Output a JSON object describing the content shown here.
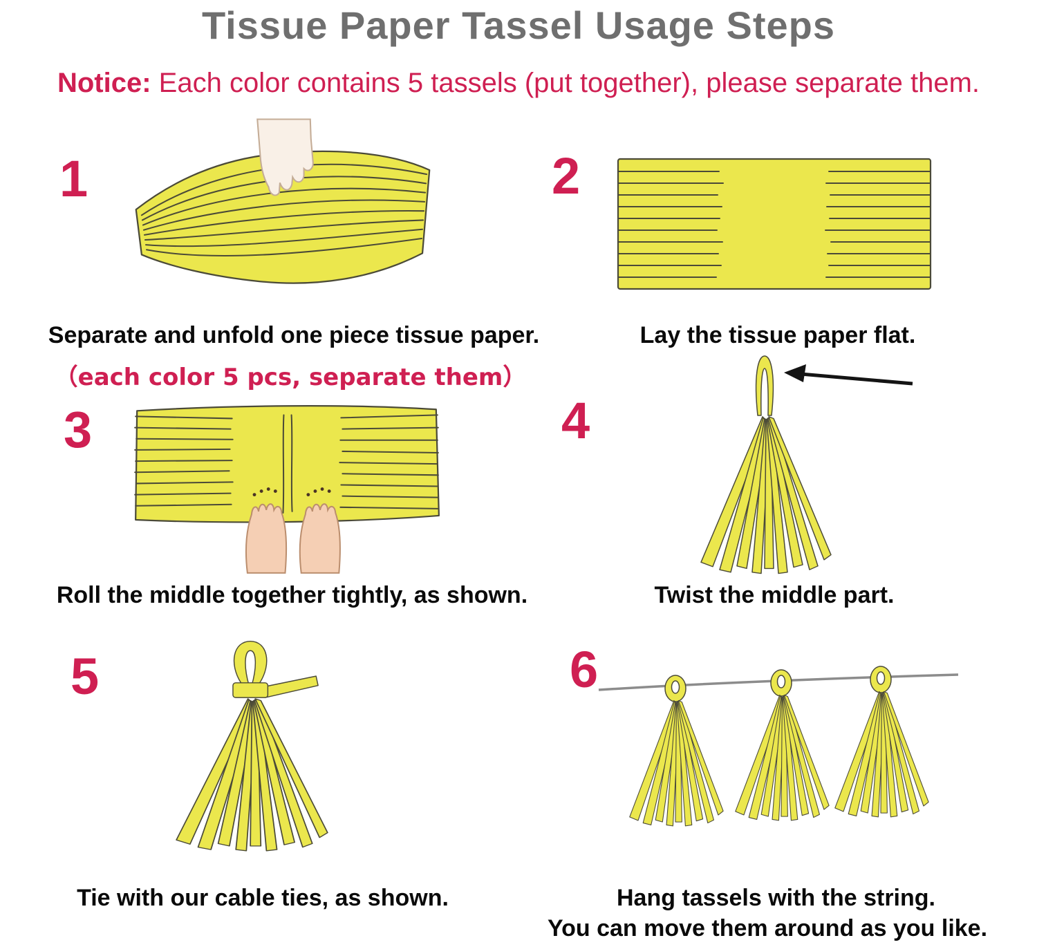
{
  "page": {
    "title": "Tissue Paper Tassel Usage Steps",
    "notice_label": "Notice:",
    "notice_rest": " Each color contains 5 tassels (put together), please separate them."
  },
  "colors": {
    "accent": "#cf1f52",
    "gray": "#6f6f6f",
    "yellow": "#ebe74d",
    "outline": "#4b4a38",
    "ink": "#0a0a0a"
  },
  "steps": [
    {
      "number": "1",
      "caption": "Separate and unfold one piece tissue paper.",
      "subcaption": "（each color 5 pcs, separate them）"
    },
    {
      "number": "2",
      "caption": "Lay the tissue paper flat."
    },
    {
      "number": "3",
      "caption": "Roll the middle together tightly, as shown."
    },
    {
      "number": "4",
      "caption": "Twist the middle part."
    },
    {
      "number": "5",
      "caption": "Tie with our cable ties, as shown."
    },
    {
      "number": "6",
      "caption": "Hang tassels with the string.",
      "caption2": "You can move them around as you like."
    }
  ]
}
